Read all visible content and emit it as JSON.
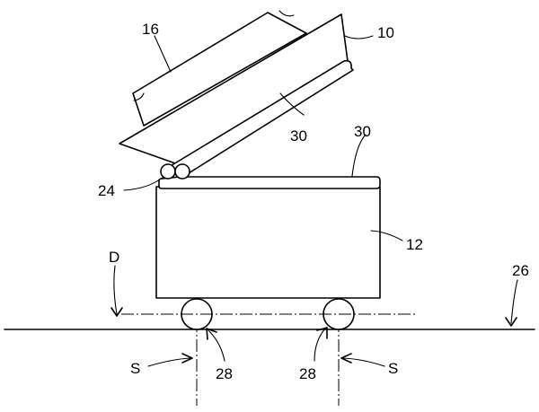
{
  "labels": {
    "l10": "10",
    "l16": "16",
    "l30a": "30",
    "l30b": "30",
    "l24": "24",
    "l12": "12",
    "lD": "D",
    "l26": "26",
    "lS1": "S",
    "lS2": "S",
    "l28a": "28",
    "l28b": "28"
  }
}
